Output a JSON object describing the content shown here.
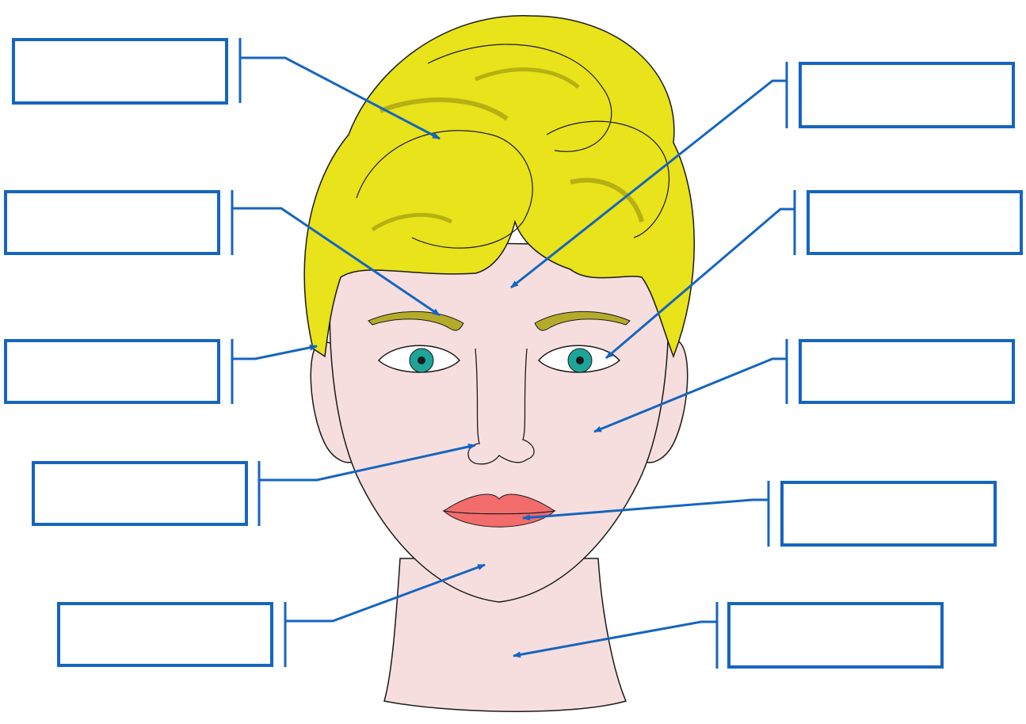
{
  "title": "",
  "labels": [
    {
      "key": "hair",
      "text": ""
    },
    {
      "key": "forehead",
      "text": ""
    },
    {
      "key": "eyebrow",
      "text": ""
    },
    {
      "key": "eye",
      "text": ""
    },
    {
      "key": "ear",
      "text": ""
    },
    {
      "key": "cheek",
      "text": ""
    },
    {
      "key": "nose",
      "text": ""
    },
    {
      "key": "mouth",
      "text": ""
    },
    {
      "key": "chin",
      "text": ""
    },
    {
      "key": "neck",
      "text": ""
    }
  ],
  "colors": {
    "hair": "#e8e31a",
    "hair_shadow": "#b7b012",
    "skin": "#f7dede",
    "lips": "#f26c6c",
    "iris": "#1fa49a",
    "eyebrow": "#b5ab2a",
    "outline": "#1a1a1a",
    "label_border": "#1565c0"
  },
  "icons": [
    "arrow-icon"
  ]
}
